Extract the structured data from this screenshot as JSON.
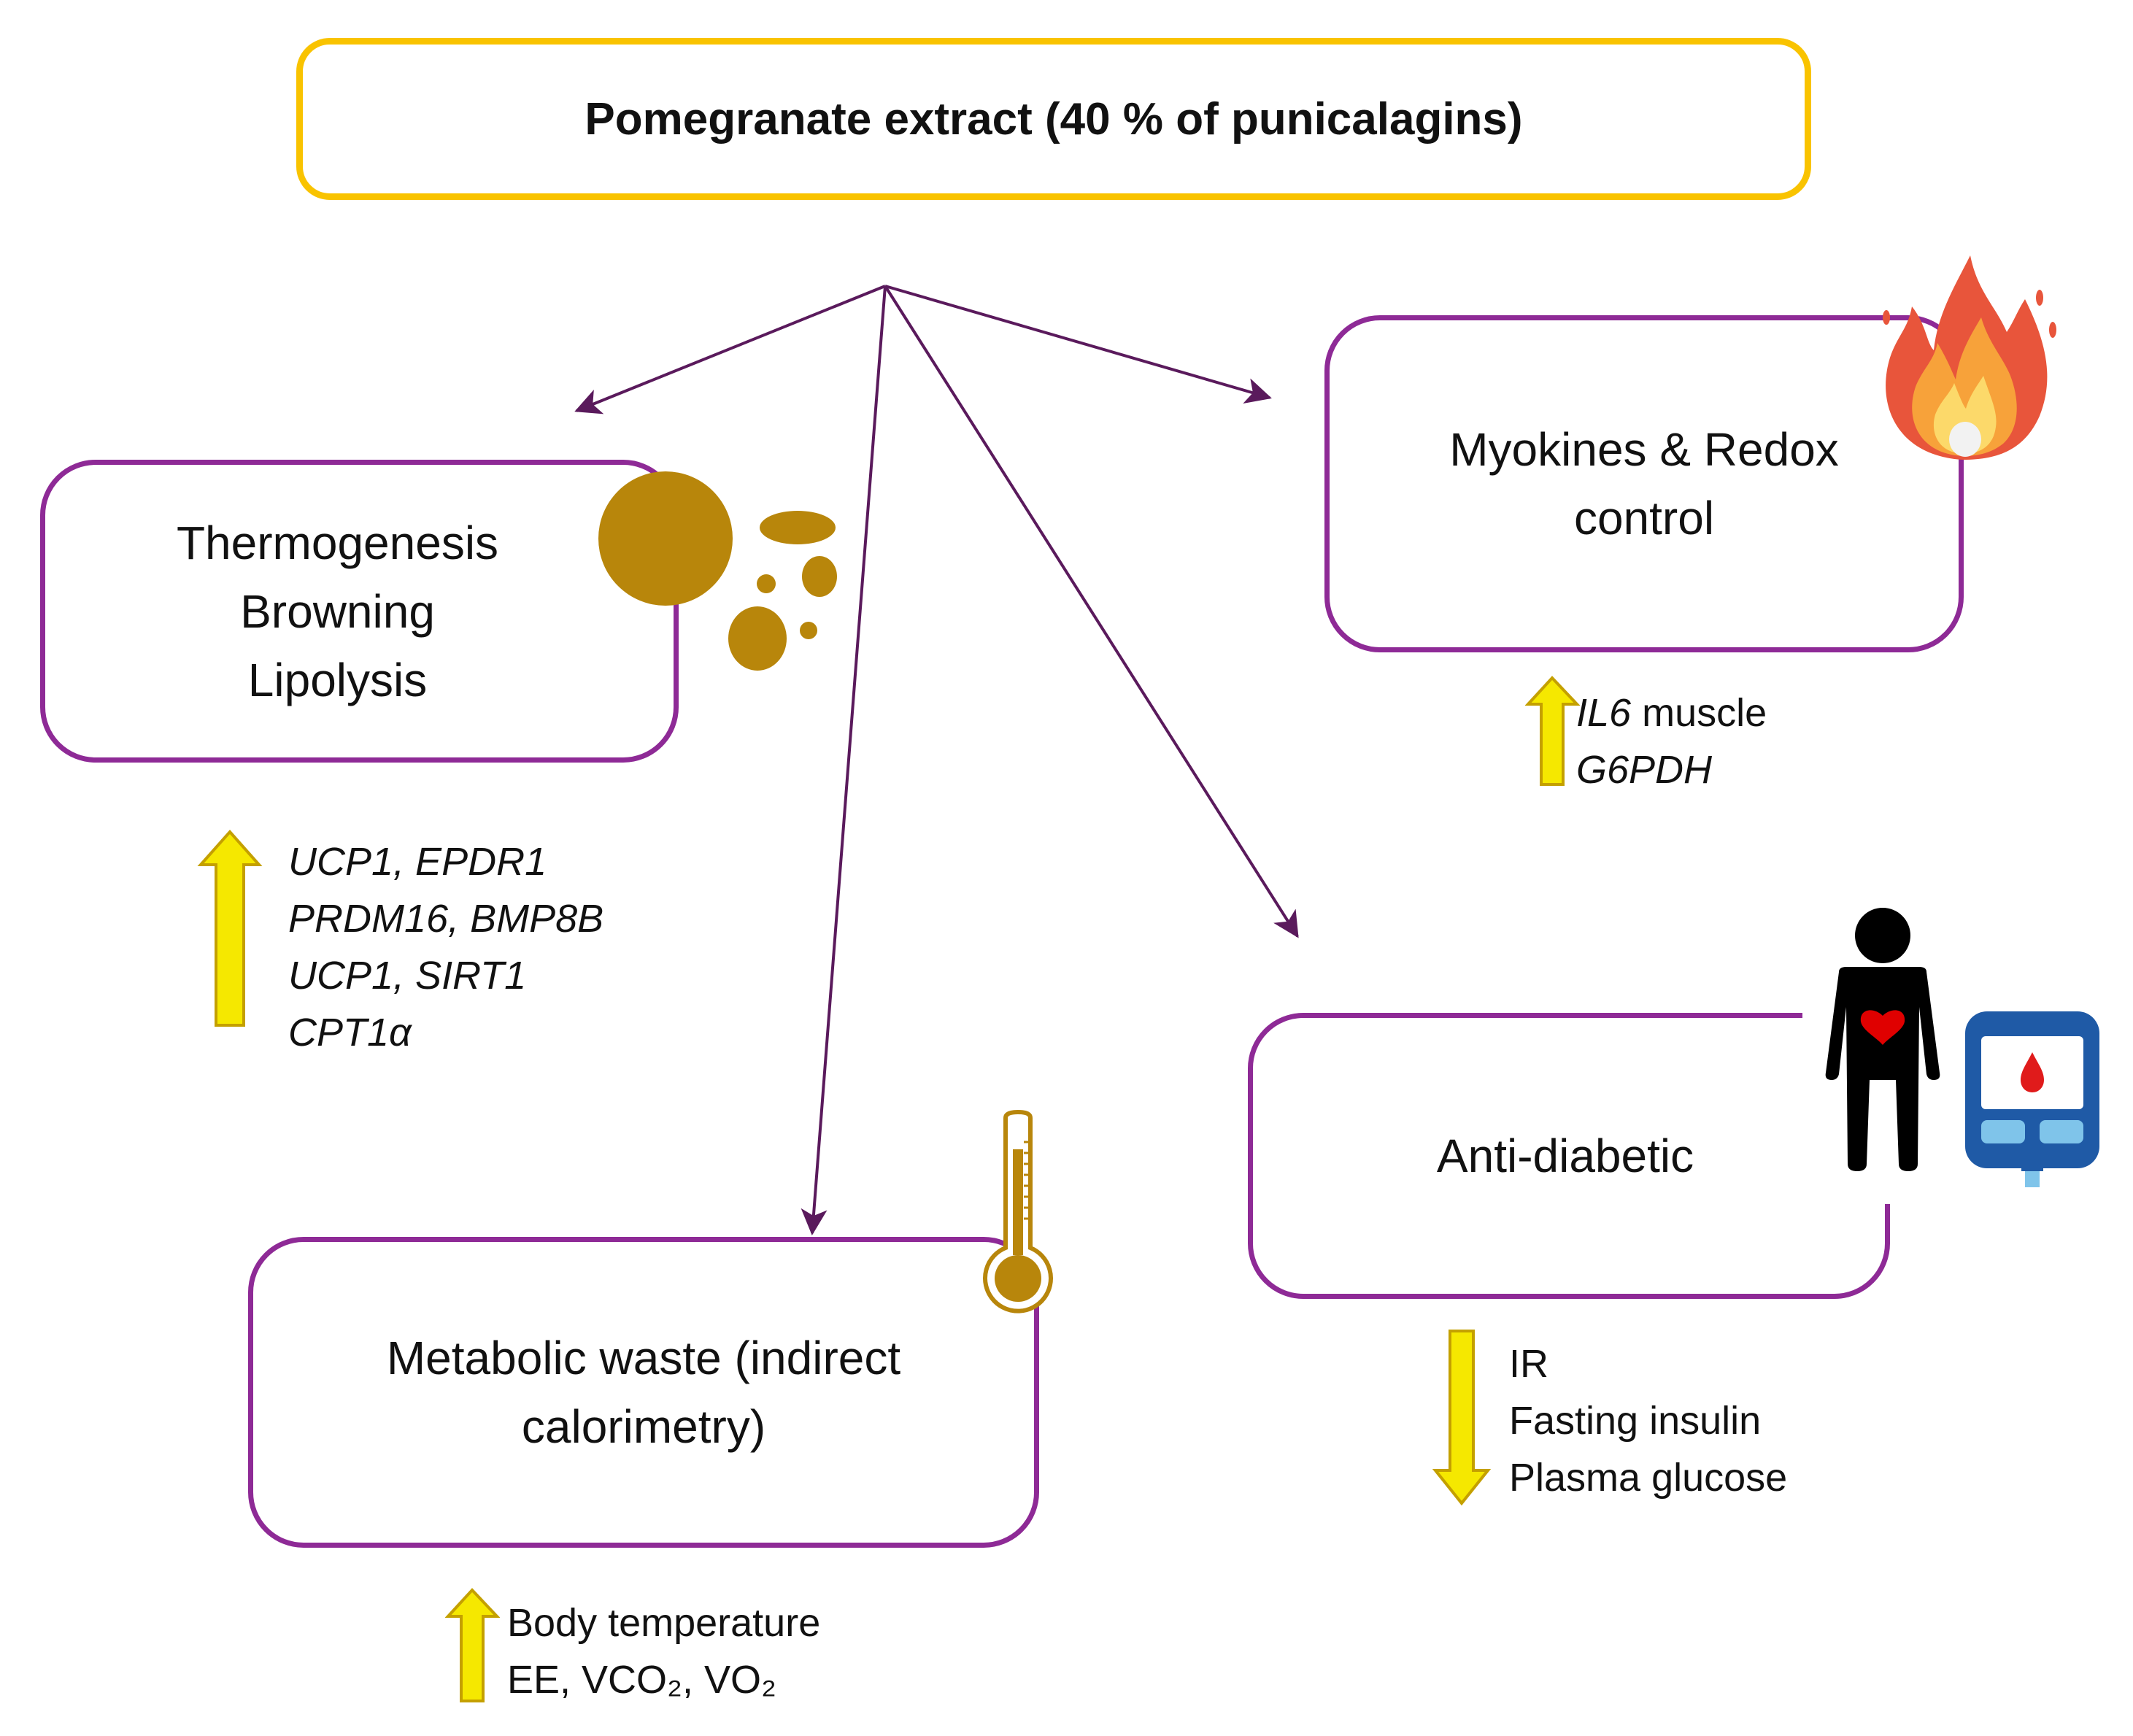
{
  "title": "Pomegranate extract (40 % of punicalagins)",
  "colors": {
    "title_border": "#f9c300",
    "box_border": "#8e2a96",
    "arrow": "#5a1a5c",
    "fat_droplet": "#b8860b",
    "regulation_arrow_fill": "#f5e800",
    "regulation_arrow_stroke": "#c4a000"
  },
  "effects": {
    "thermogenesis": {
      "lines": [
        "Thermogenesis",
        "Browning",
        "Lipolysis"
      ],
      "icon": "fat-droplets-icon",
      "regulation": "up",
      "markers": [
        "UCP1, EPDR1",
        "PRDM16, BMP8B",
        "UCP1, SIRT1",
        "CPT1α"
      ]
    },
    "myokines": {
      "lines": [
        "Myokines & Redox",
        "control"
      ],
      "icon": "fire-icon",
      "regulation": "up",
      "markers": [
        {
          "gene": "IL6",
          "suffix": " muscle"
        },
        {
          "gene": "G6PDH",
          "suffix": ""
        }
      ]
    },
    "metabolic": {
      "lines": [
        "Metabolic waste (indirect",
        "calorimetry)"
      ],
      "icon": "thermometer-icon",
      "regulation": "up",
      "markers": [
        "Body temperature",
        "EE, VCO₂, VO₂"
      ]
    },
    "antidiabetic": {
      "lines": [
        "Anti-diabetic"
      ],
      "icons": [
        "person-heart-icon",
        "glucometer-icon"
      ],
      "regulation": "down",
      "markers": [
        "IR",
        "Fasting insulin",
        "Plasma glucose"
      ]
    }
  }
}
